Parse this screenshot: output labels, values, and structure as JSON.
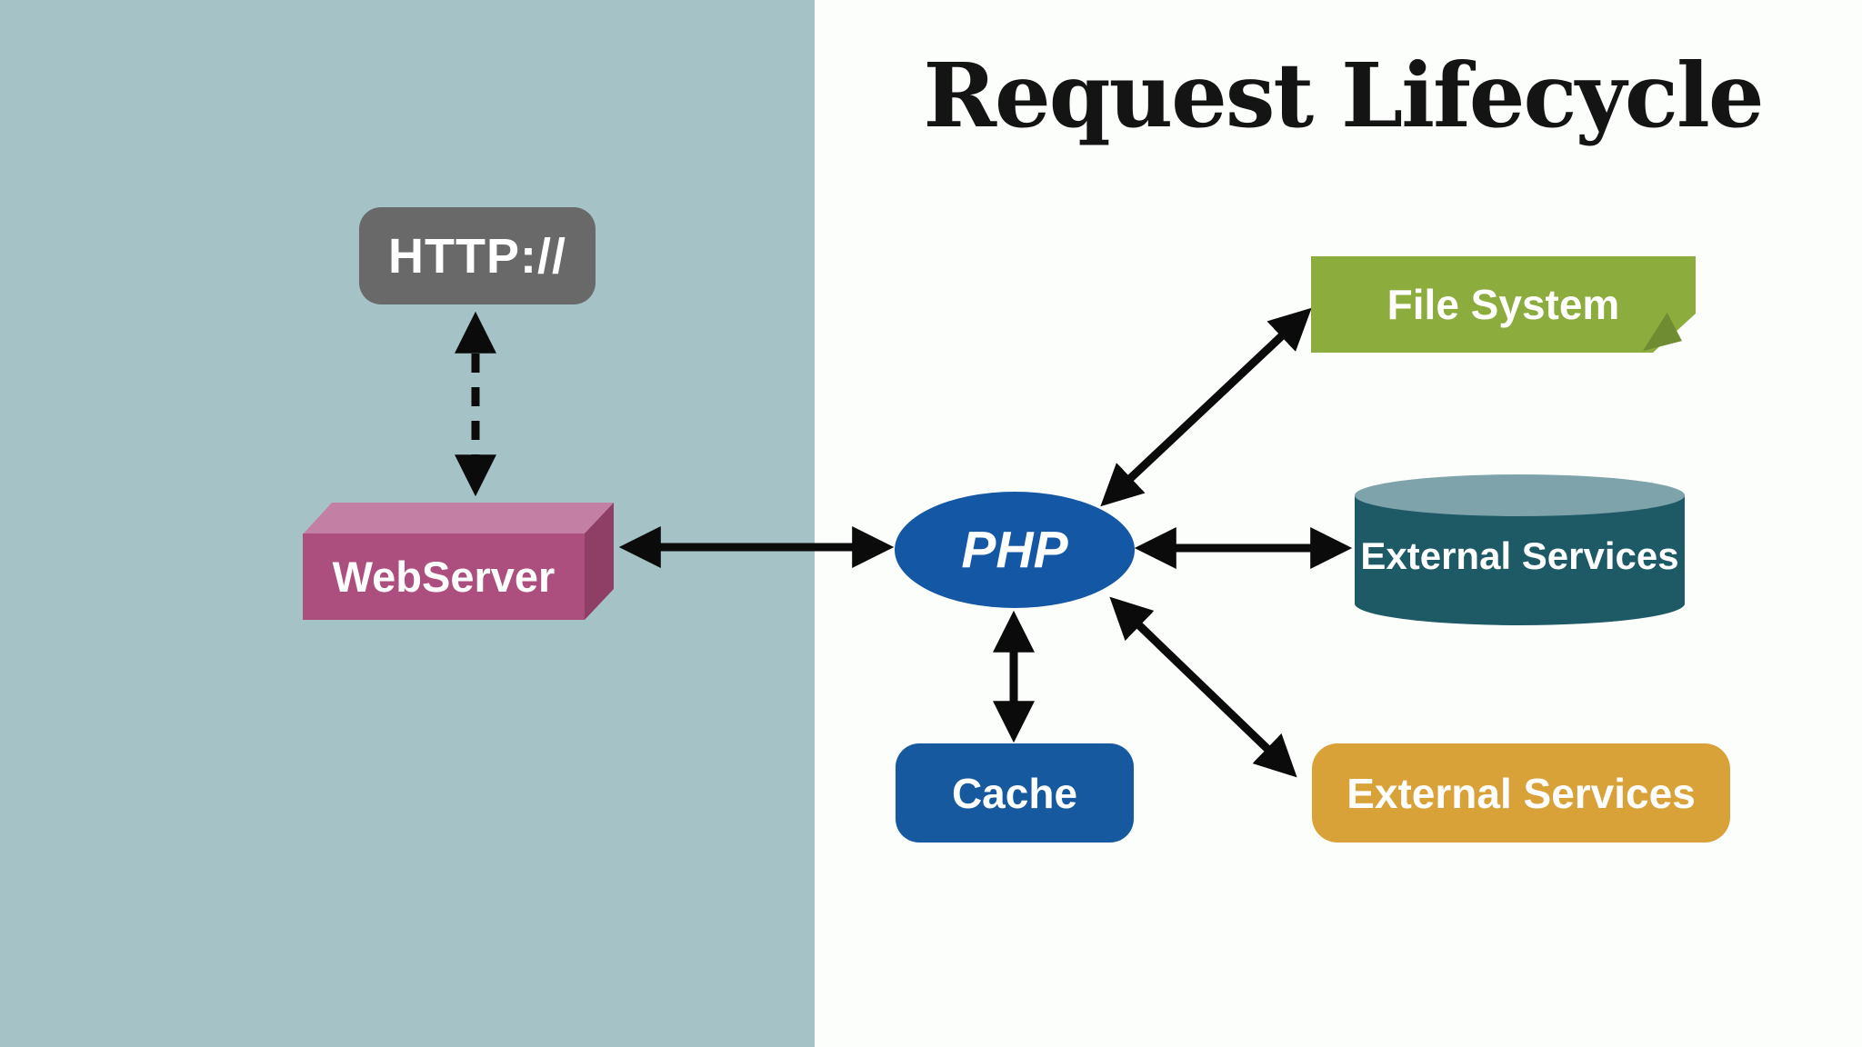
{
  "title": {
    "text": "Request Lifecycle",
    "color": "#141414"
  },
  "background": {
    "left_panel": "#a5c2c6",
    "right_panel": "#fcfefb"
  },
  "arrow_color": "#0b0b0b",
  "nodes": {
    "http": {
      "label": "HTTP://",
      "fill": "#696969",
      "text_color": "#ffffff"
    },
    "webserver": {
      "label": "WebServer",
      "front": "#ad4f7e",
      "top": "#c480a4",
      "side": "#8f3f66",
      "text_color": "#ffffff"
    },
    "php": {
      "label": "PHP",
      "fill": "#1457a5",
      "text_color": "#ffffff"
    },
    "file_system": {
      "label": "File System",
      "fill": "#8cac3d",
      "fold": "#6f8c33",
      "text_color": "#ffffff"
    },
    "external_services_store": {
      "label": "External Services",
      "body": "#1e5a66",
      "top": "#7fa3ab",
      "text_color": "#ffffff"
    },
    "external_services_api": {
      "label": "External Services",
      "fill": "#d9a239",
      "text_color": "#ffffff"
    },
    "cache": {
      "label": "Cache",
      "fill": "#17599e",
      "text_color": "#ffffff"
    }
  },
  "connections": [
    {
      "name": "http-webserver",
      "from": "http",
      "to": "webserver",
      "style": "dashed",
      "bidirectional": true
    },
    {
      "name": "webserver-php",
      "from": "webserver",
      "to": "php",
      "style": "solid",
      "bidirectional": true
    },
    {
      "name": "php-file-system",
      "from": "php",
      "to": "file_system",
      "style": "solid",
      "bidirectional": true
    },
    {
      "name": "php-external-services-store",
      "from": "php",
      "to": "external_services_store",
      "style": "solid",
      "bidirectional": true
    },
    {
      "name": "php-cache",
      "from": "php",
      "to": "cache",
      "style": "solid",
      "bidirectional": true
    },
    {
      "name": "php-external-services-api",
      "from": "php",
      "to": "external_services_api",
      "style": "solid",
      "bidirectional": true
    }
  ]
}
